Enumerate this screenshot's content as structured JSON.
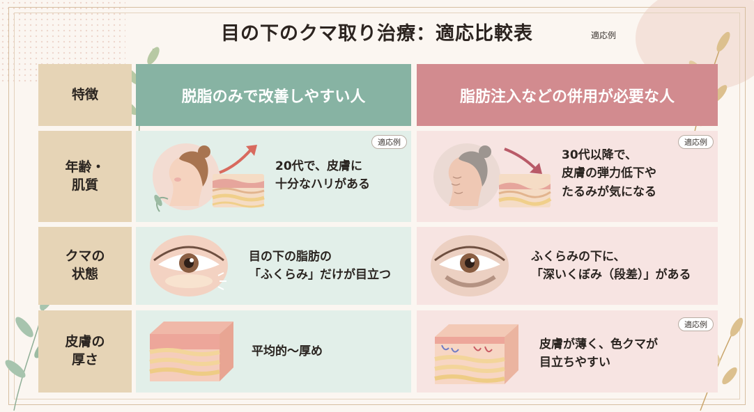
{
  "title": "目の下のクマ取り治療：適応比較表",
  "title_note": "適応例",
  "header": {
    "feature_label": "特徴",
    "col1": "脱脂のみで改善しやすい人",
    "col2": "脂肪注入などの併用が必要な人"
  },
  "rows": [
    {
      "label": "年齢・\n肌質",
      "col1_text": "20代で、皮膚に\n十分なハリがある",
      "col2_text": "30代以降で、\n皮膚の弾力低下や\nたるみが気になる",
      "col2_badge": "適応例",
      "col1_badge": "適応例"
    },
    {
      "label": "クマの\n状態",
      "col1_text": "目の下の脂肪の\n「ふくらみ」だけが目立つ",
      "col2_text": "ふくらみの下に、\n「深いくぼみ（段差）」がある"
    },
    {
      "label": "皮膚の\n厚さ",
      "col1_text": "平均的〜厚め",
      "col2_text": "皮膚が薄く、色クマが\n目立ちやすい",
      "col2_badge": "適応例"
    }
  ],
  "colors": {
    "green_header": "#87b3a3",
    "pink_header": "#d28b8f",
    "label_bg": "#e6d4b6"
  },
  "icons": [
    "woman-young-icon",
    "woman-older-icon",
    "arrow-up-icon",
    "arrow-down-icon",
    "skin-layer-icon",
    "eye-puffy-icon",
    "eye-hollow-icon",
    "skin-block-icon",
    "leaf-icon"
  ]
}
